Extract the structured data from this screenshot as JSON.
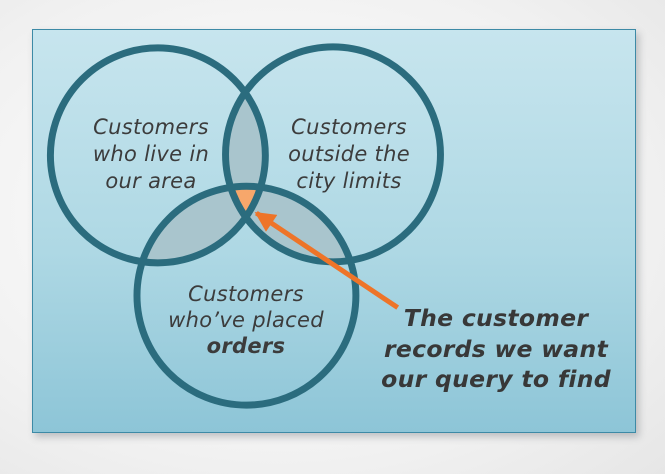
{
  "figure": {
    "kind": "three-set venn diagram on presentation slide"
  },
  "colors": {
    "page_bg_center": "#ffffff",
    "page_bg_edge": "#d7d7d7",
    "slide_top": "#c7e5ee",
    "slide_bottom": "#8dc5d7",
    "slide_border": "#3d8aa6",
    "circle_stroke": "#2b6c7e",
    "overlap_fill": "#a9c5cd",
    "triple_overlap_fill": "#f7a76b",
    "arrow": "#ee7428",
    "label_text": "#3c3c3c",
    "callout_text": "#383838"
  },
  "venn": {
    "circles": [
      {
        "name": "left",
        "lines": [
          "Customers",
          "who live in",
          "our area"
        ]
      },
      {
        "name": "right",
        "lines": [
          "Customers",
          "outside the",
          "city limits"
        ]
      },
      {
        "name": "bottom",
        "lines": [
          "Customers",
          "who’ve placed",
          "orders"
        ]
      }
    ],
    "callout": {
      "lines": [
        "The customer",
        "records we want",
        "our query to find"
      ]
    }
  }
}
